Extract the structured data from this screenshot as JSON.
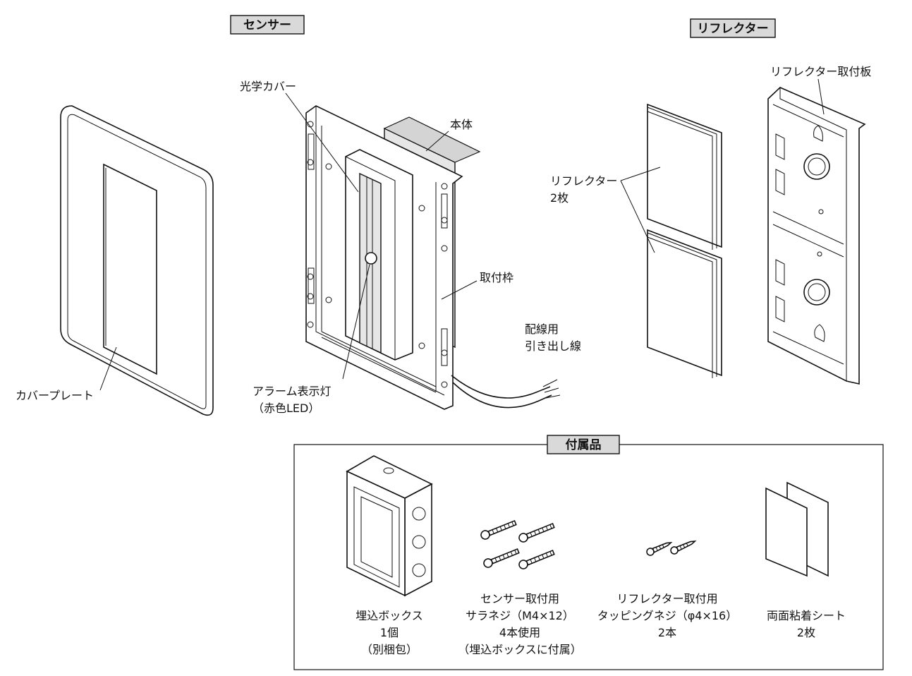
{
  "sections": {
    "sensor": "センサー",
    "reflector": "リフレクター",
    "accessories": "付属品"
  },
  "sensor_labels": {
    "optical_cover": "光学カバー",
    "body": "本体",
    "mounting_frame": "取付枠",
    "wiring_lead_1": "配線用",
    "wiring_lead_2": "引き出し線",
    "alarm_lamp_1": "アラーム表示灯",
    "alarm_lamp_2": "（赤色LED）",
    "cover_plate": "カバープレート"
  },
  "reflector_labels": {
    "reflector_plate": "リフレクター取付板",
    "reflector_1": "リフレクター",
    "reflector_2": "2枚"
  },
  "accessories": [
    {
      "line1": "埋込ボックス",
      "line2": "1個",
      "line3": "（別梱包）",
      "line4": ""
    },
    {
      "line1": "センサー取付用",
      "line2": "サラネジ（M4×12）",
      "line3": "4本使用",
      "line4": "（埋込ボックスに付属）"
    },
    {
      "line1": "リフレクター取付用",
      "line2": "タッピングネジ（φ4×16）",
      "line3": "2本",
      "line4": ""
    },
    {
      "line1": "両面粘着シート",
      "line2": "2枚",
      "line3": "",
      "line4": ""
    }
  ]
}
